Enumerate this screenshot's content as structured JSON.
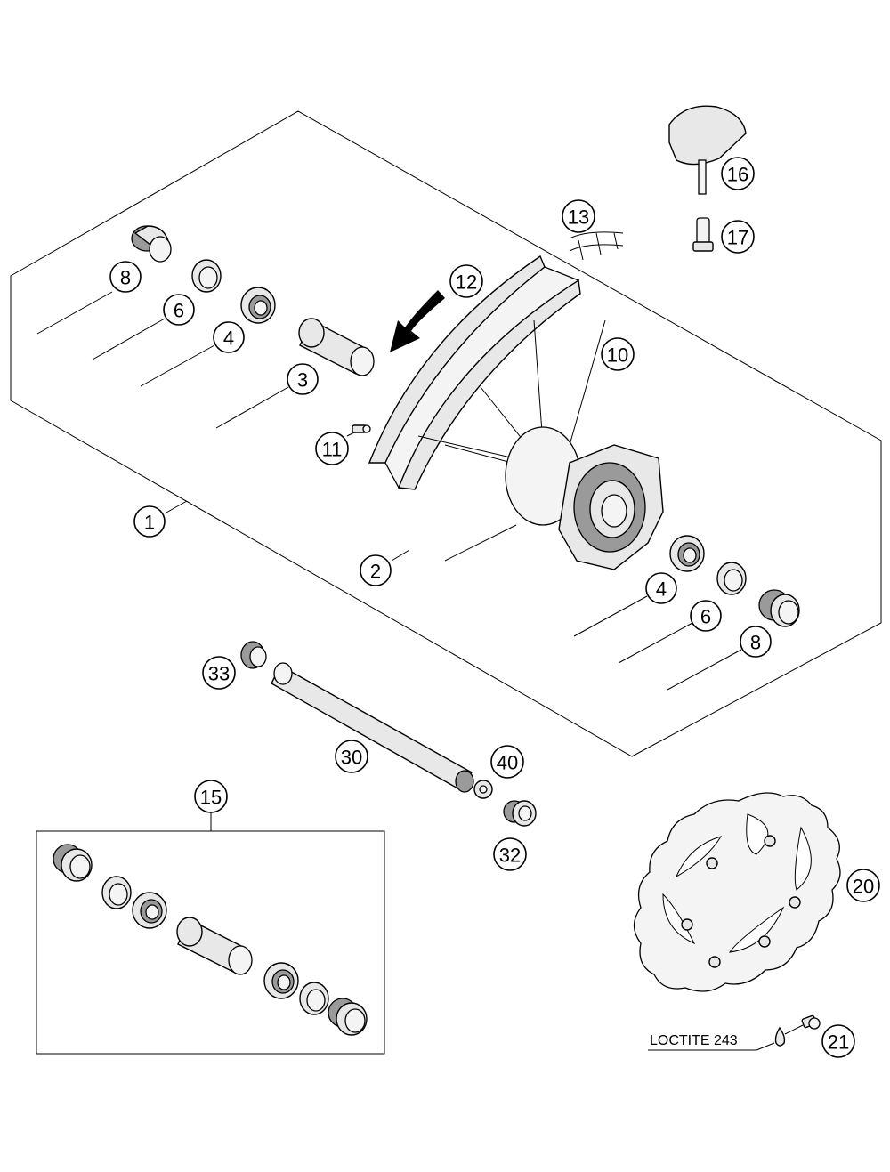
{
  "callouts": [
    {
      "id": "c1",
      "label": "1"
    },
    {
      "id": "c2",
      "label": "2"
    },
    {
      "id": "c3",
      "label": "3"
    },
    {
      "id": "c4a",
      "label": "4"
    },
    {
      "id": "c4b",
      "label": "4"
    },
    {
      "id": "c6a",
      "label": "6"
    },
    {
      "id": "c6b",
      "label": "6"
    },
    {
      "id": "c8a",
      "label": "8"
    },
    {
      "id": "c8b",
      "label": "8"
    },
    {
      "id": "c10",
      "label": "10"
    },
    {
      "id": "c11",
      "label": "11"
    },
    {
      "id": "c12",
      "label": "12"
    },
    {
      "id": "c13",
      "label": "13"
    },
    {
      "id": "c15",
      "label": "15"
    },
    {
      "id": "c16",
      "label": "16"
    },
    {
      "id": "c17",
      "label": "17"
    },
    {
      "id": "c20",
      "label": "20"
    },
    {
      "id": "c21",
      "label": "21"
    },
    {
      "id": "c30",
      "label": "30"
    },
    {
      "id": "c32",
      "label": "32"
    },
    {
      "id": "c33",
      "label": "33"
    },
    {
      "id": "c40",
      "label": "40"
    }
  ],
  "notes": {
    "loctite": "LOCTITE 243"
  }
}
